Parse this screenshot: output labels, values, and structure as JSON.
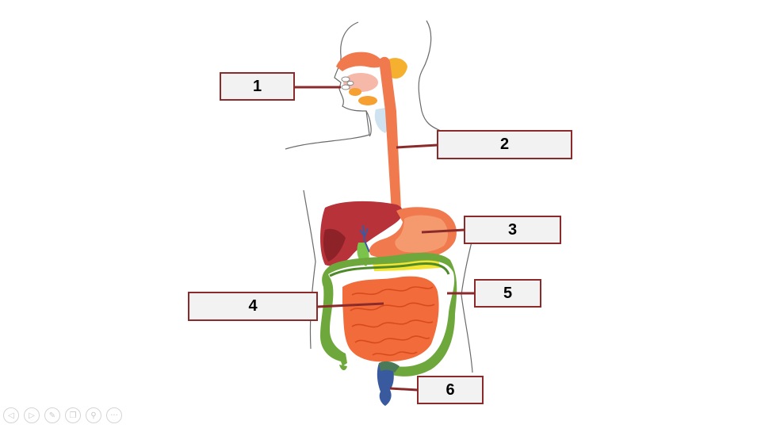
{
  "labels": [
    "1",
    "2",
    "3",
    "4",
    "5",
    "6"
  ],
  "colors": {
    "box_border": "#8b2a2a",
    "box_fill": "#f2f2f2",
    "leader_line": "#8b2a2a",
    "esophagus": "#f07a4e",
    "liver": "#b8323a",
    "stomach": "#f49a6e",
    "large_intestine": "#6ea83c",
    "small_intestine": "#f26b3a",
    "rectum": "#3a5aa0",
    "outline": "#6a6a6a"
  },
  "toolbar": {
    "icons": [
      "previous-icon",
      "next-icon",
      "pen-icon",
      "slides-icon",
      "zoom-icon",
      "more-icon"
    ],
    "glyphs": [
      "◁",
      "▷",
      "✎",
      "❐",
      "⚲",
      "···"
    ]
  }
}
